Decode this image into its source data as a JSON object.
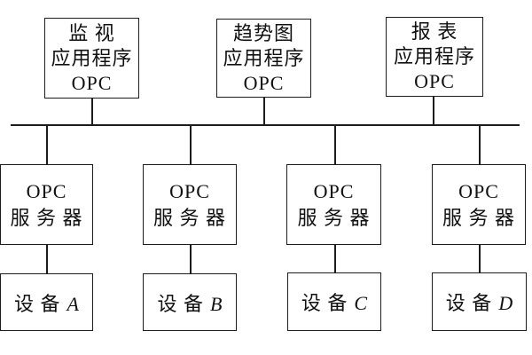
{
  "diagram": {
    "background_color": "#ffffff",
    "line_color": "#1c1c1c",
    "applications": [
      {
        "lines": [
          "监 视",
          "应用程序",
          "OPC"
        ]
      },
      {
        "lines": [
          "趋势图",
          "应用程序",
          "OPC"
        ]
      },
      {
        "lines": [
          "报 表",
          "应用程序",
          "OPC"
        ]
      }
    ],
    "servers": [
      {
        "lines": [
          "OPC",
          "服 务 器"
        ]
      },
      {
        "lines": [
          "OPC",
          "服 务 器"
        ]
      },
      {
        "lines": [
          "OPC",
          "服 务 器"
        ]
      },
      {
        "lines": [
          "OPC",
          "服 务 器"
        ]
      }
    ],
    "devices": [
      {
        "prefix": "设 备",
        "letter": "A"
      },
      {
        "prefix": "设 备",
        "letter": "B"
      },
      {
        "prefix": "设 备",
        "letter": "C"
      },
      {
        "prefix": "设 备",
        "letter": "D"
      }
    ]
  }
}
